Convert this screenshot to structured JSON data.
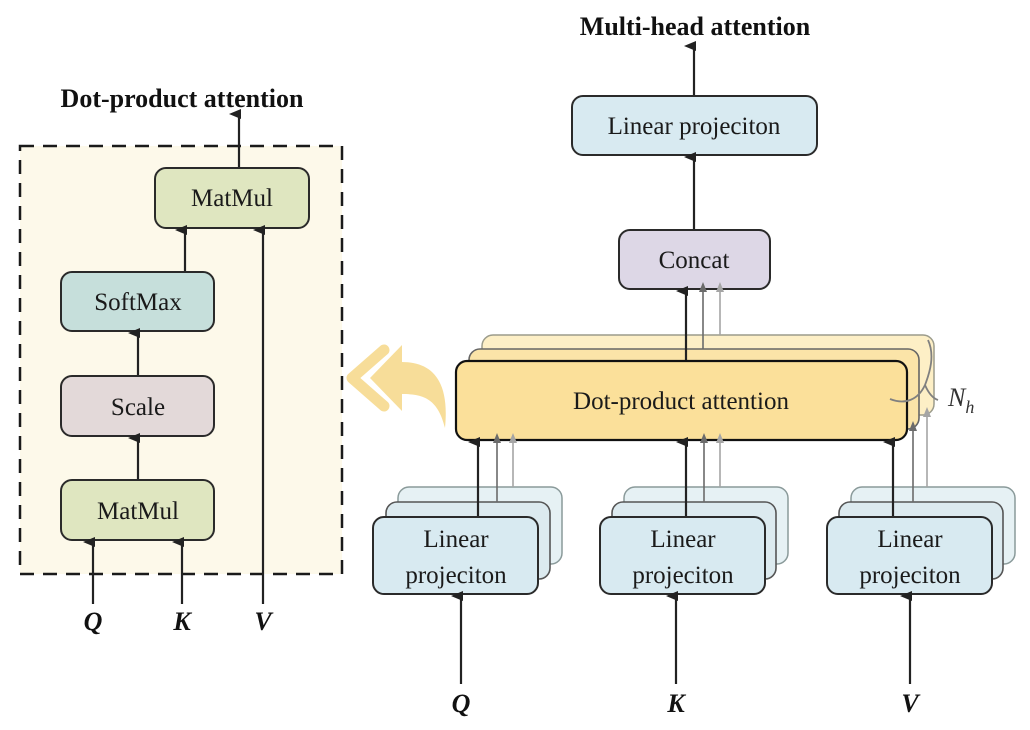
{
  "left_panel": {
    "title": "Dot-product attention",
    "boxes": {
      "matmul_top": "MatMul",
      "softmax": "SoftMax",
      "scale": "Scale",
      "matmul_bottom": "MatMul"
    },
    "inputs": [
      "Q",
      "K",
      "V"
    ]
  },
  "right_panel": {
    "title": "Multi-head attention",
    "linear_top": "Linear projeciton",
    "concat": "Concat",
    "attention": "Dot-product attention",
    "heads_label_base": "N",
    "heads_label_sub": "h",
    "linear_q": [
      "Linear",
      "projeciton"
    ],
    "linear_k": [
      "Linear",
      "projeciton"
    ],
    "linear_v": [
      "Linear",
      "projeciton"
    ],
    "inputs": [
      "Q",
      "K",
      "V"
    ]
  },
  "colors": {
    "panel_bg": "#fdf9ea",
    "matmul": "#dfe6c0",
    "softmax": "#c6dfdb",
    "scale": "#e3d9d9",
    "linear": "#d8eaf1",
    "concat": "#ddd7e6",
    "attention": "#fbe09a",
    "expand_arrow": "#f7dc94"
  }
}
